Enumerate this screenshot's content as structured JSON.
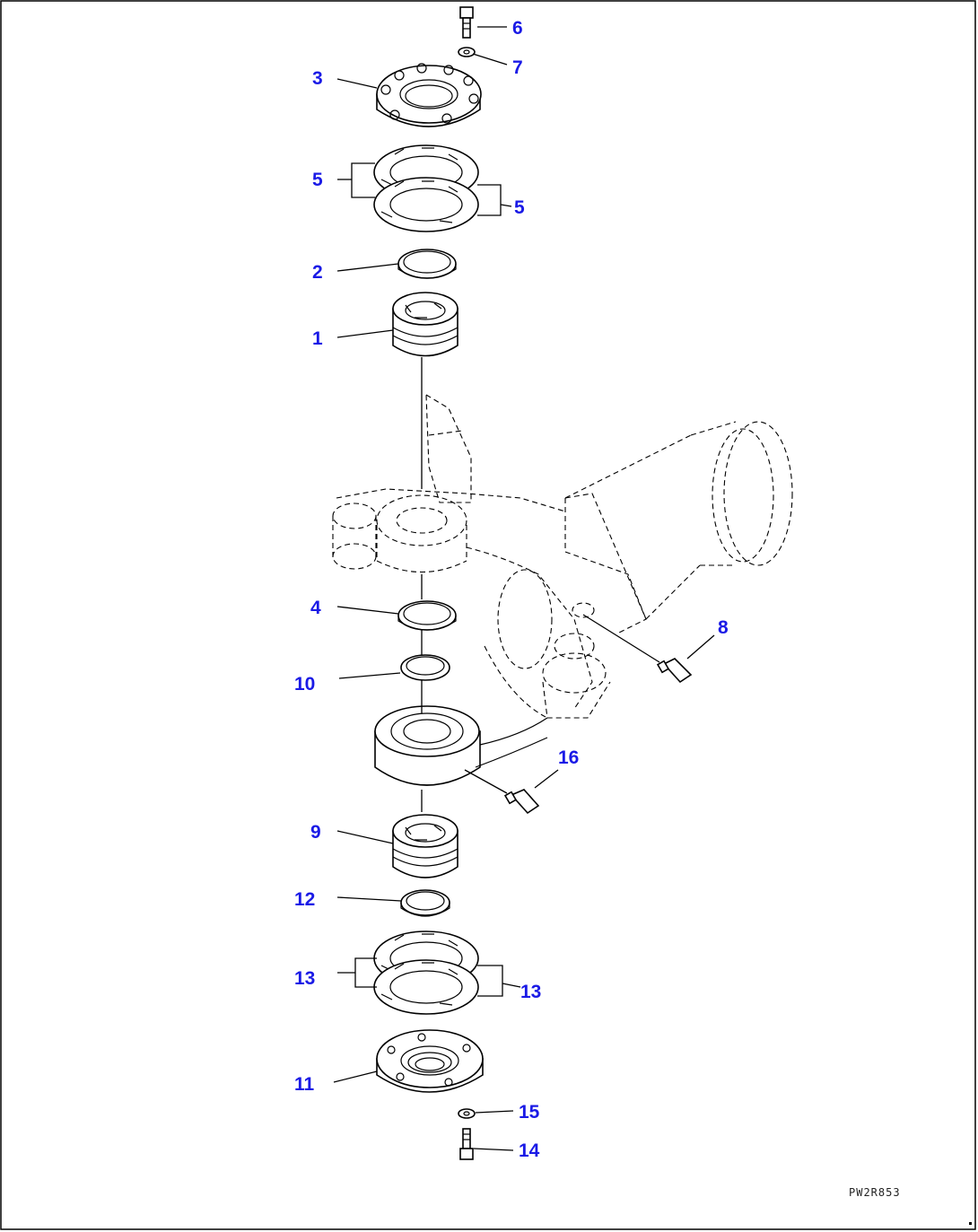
{
  "diagram": {
    "drawing_code": "PW2R853",
    "callouts": [
      "6",
      "7",
      "3",
      "5",
      "5",
      "2",
      "1",
      "4",
      "8",
      "10",
      "16",
      "9",
      "12",
      "13",
      "13",
      "11",
      "15",
      "14"
    ]
  },
  "colors": {
    "callout": "#1a1ae6",
    "line": "#000000",
    "background": "#ffffff"
  }
}
